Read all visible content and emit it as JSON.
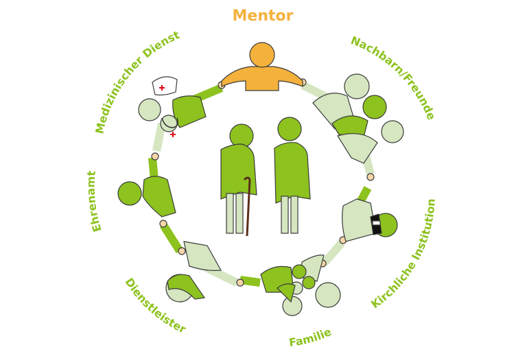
{
  "labels": {
    "mentor": "Mentor",
    "nachbarn": "Nachbarn/Freunde",
    "kirche": "Kirchliche Institution",
    "familie": "Familie",
    "dienstleister": "Dienstleister",
    "ehrenamt": "Ehrenamt",
    "medizin": "Medizinischer Dienst"
  },
  "colors": {
    "mentor": "#f4b13c",
    "green": "#8dc21f",
    "light_green": "#d5e6c1",
    "outline": "#3a3a3a",
    "skin": "#f6d6a8",
    "cane": "#5a2e1a",
    "cross": "#e30613"
  }
}
